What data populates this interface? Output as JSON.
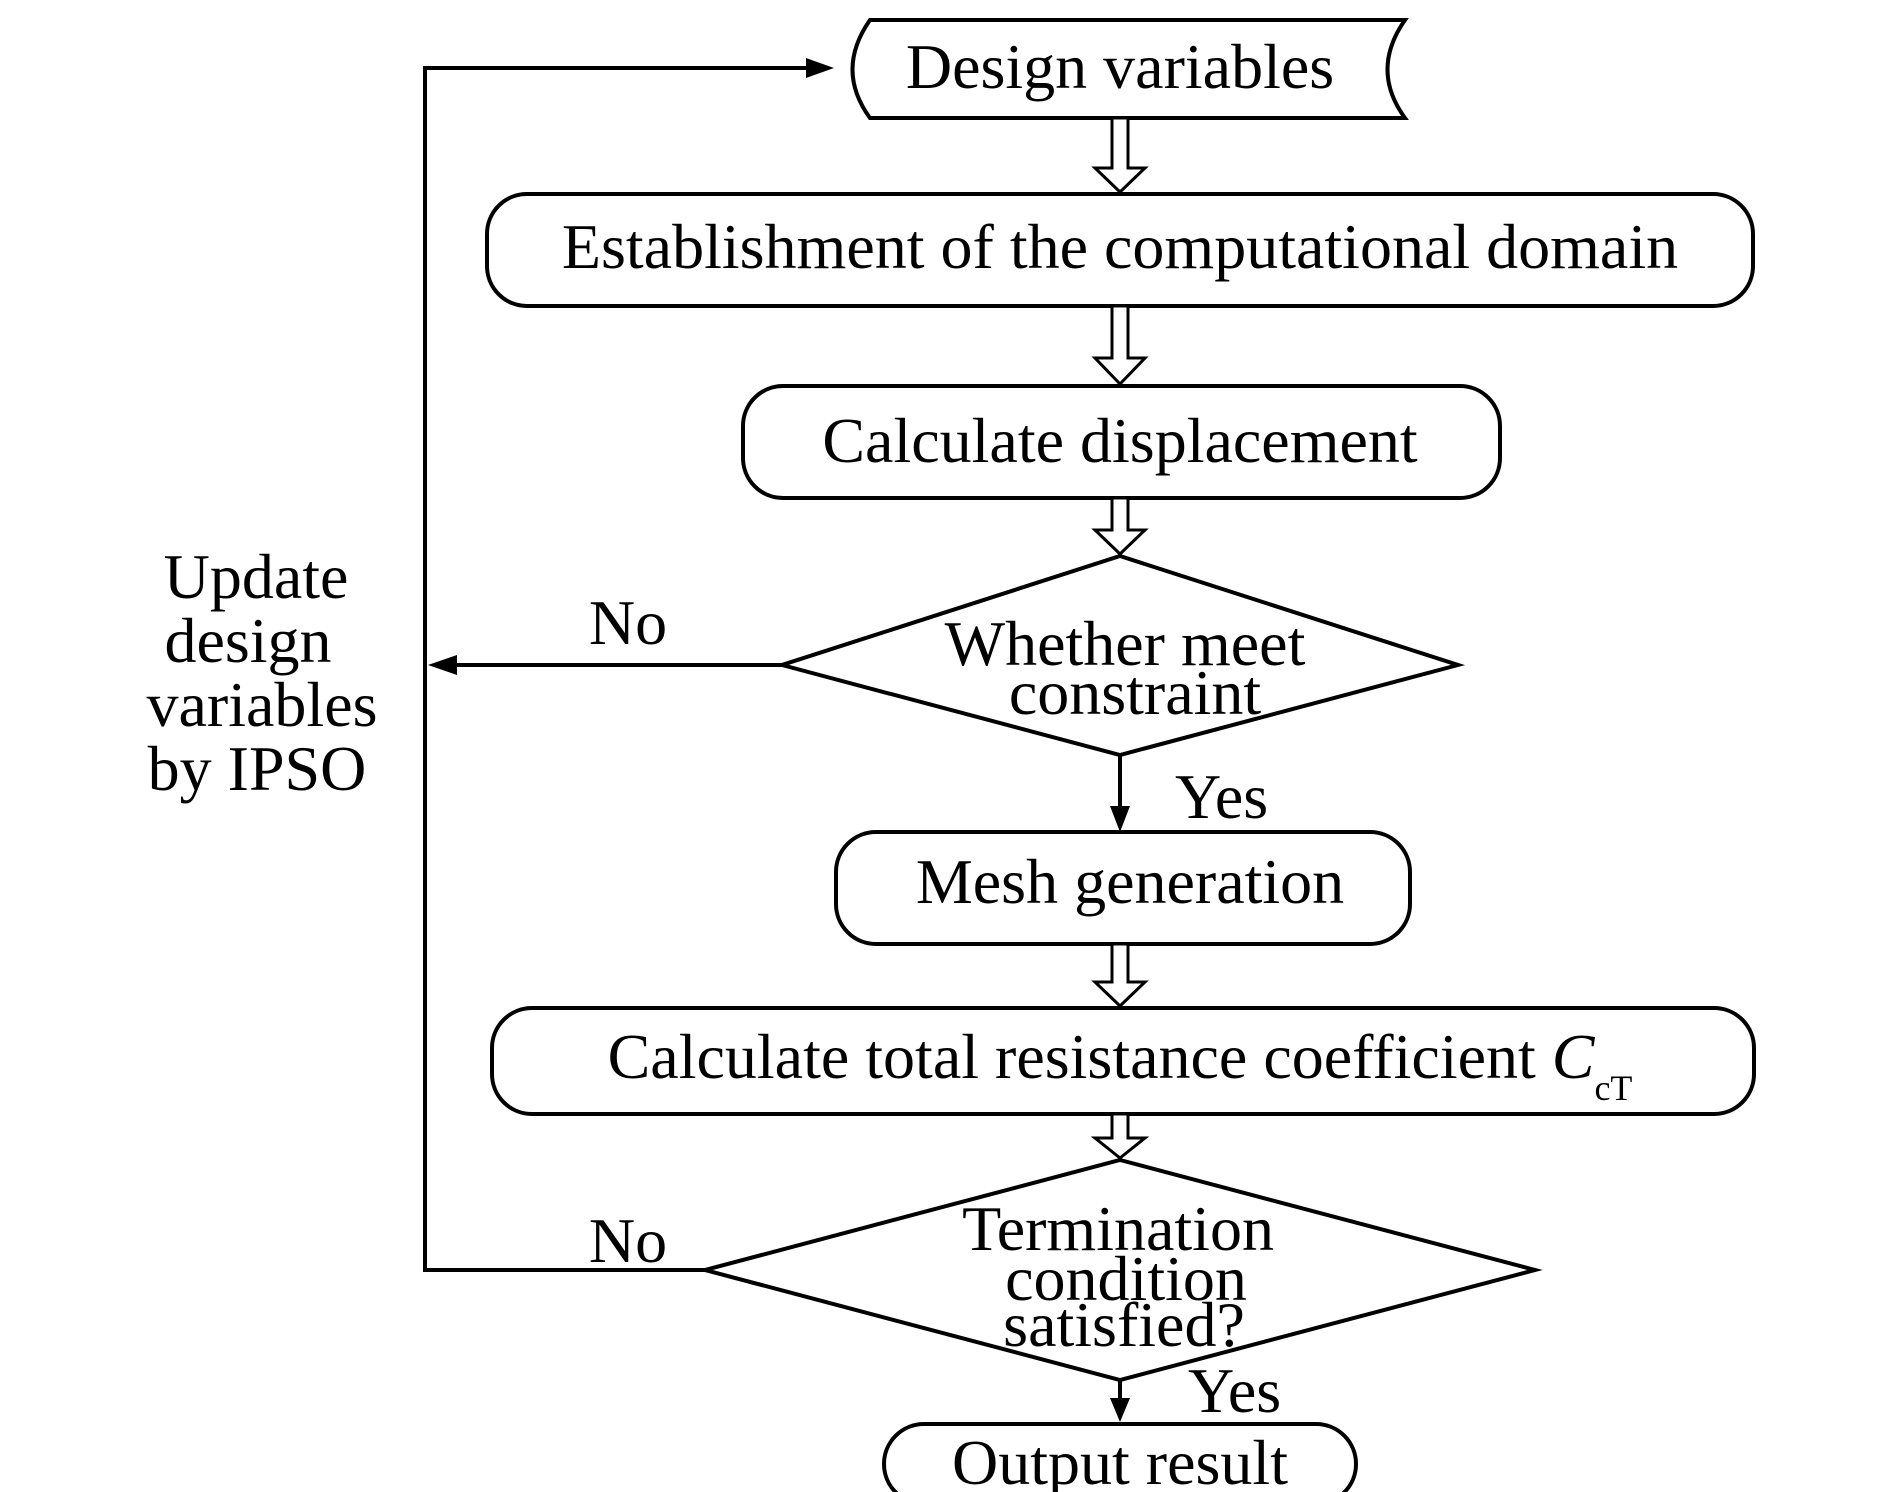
{
  "diagram": {
    "colors": {
      "stroke": "#000000",
      "fill": "#ffffff",
      "text": "#000000"
    },
    "nodes": {
      "design_variables": "Design variables",
      "establishment": "Establishment of the computational domain",
      "calc_displacement": "Calculate displacement",
      "constraint_check": [
        "Whether meet",
        "constraint"
      ],
      "mesh_generation": "Mesh generation",
      "calc_resistance": {
        "text": "Calculate total resistance coefficient ",
        "symbol": "C",
        "subscript": "cT"
      },
      "termination_check": [
        "Termination",
        "condition",
        "satisfied?"
      ],
      "output_result": "Output result"
    },
    "edge_labels": {
      "constraint_no": "No",
      "constraint_yes": "Yes",
      "termination_no": "No",
      "termination_yes": "Yes"
    },
    "loop_label": [
      "Update",
      "design",
      "variables",
      "by IPSO"
    ]
  }
}
